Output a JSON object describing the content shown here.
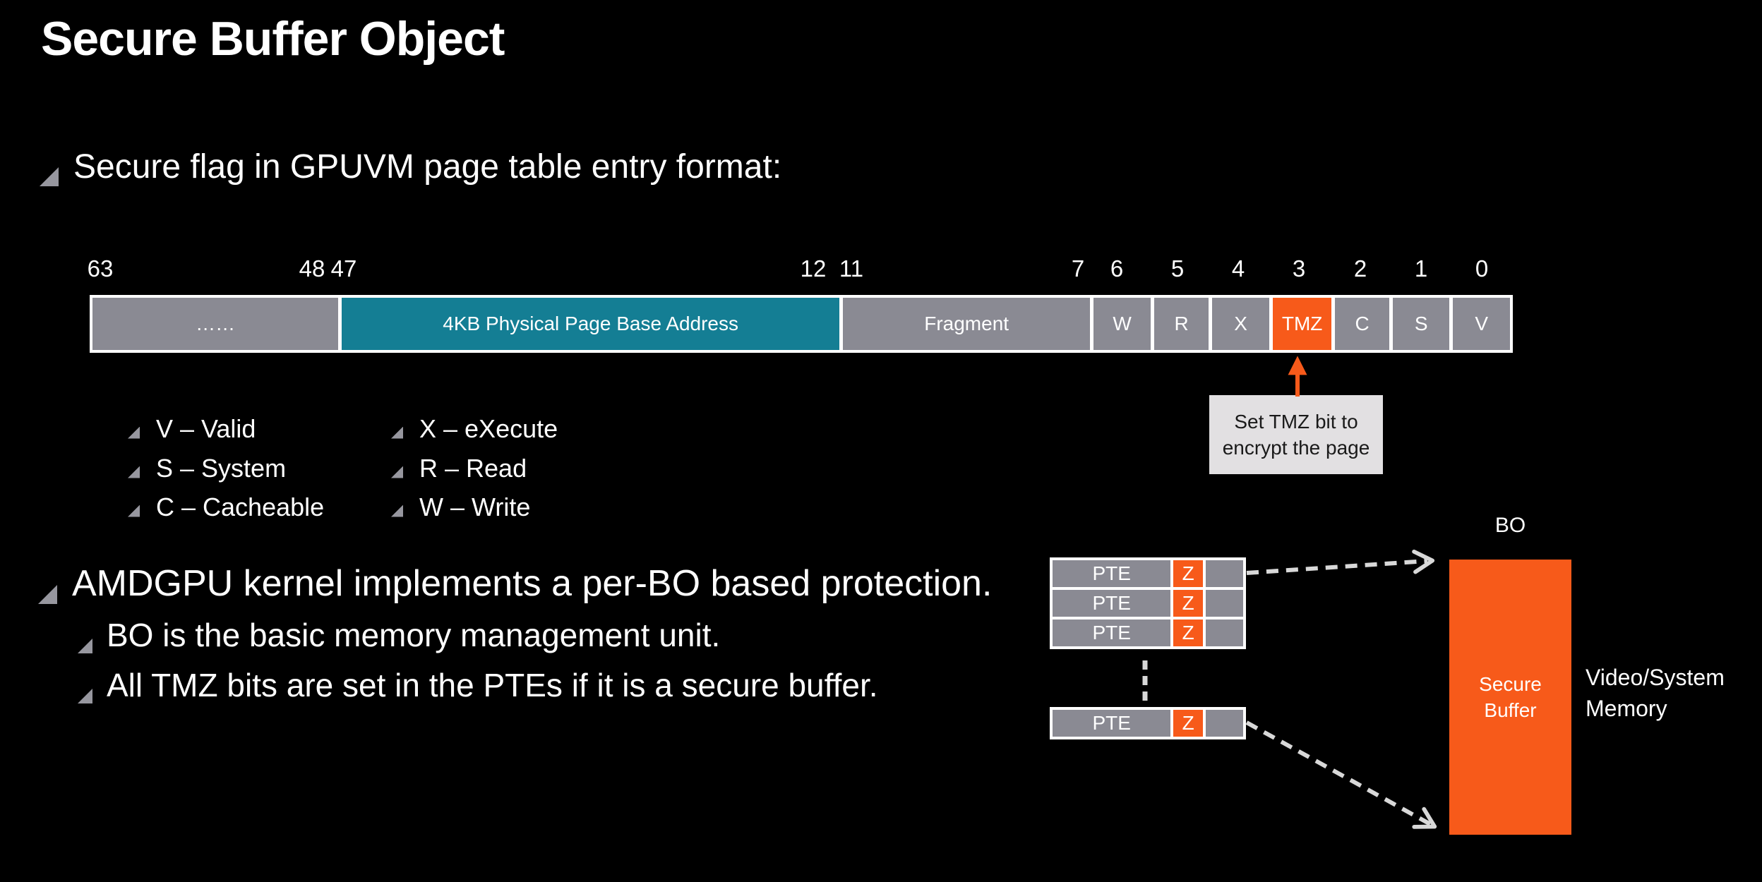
{
  "title": "Secure Buffer Object",
  "colors": {
    "background": "#000000",
    "teal": "#147E94",
    "orange": "#F75A1A",
    "cell_gray": "#8A8A93",
    "callout_bg": "#E2E0E2",
    "bullet_gray": "#97979F",
    "arrow_gray": "#D8D8D8",
    "text": "#FFFFFF"
  },
  "section_pte_format": {
    "heading": "Secure flag in GPUVM page table entry format:",
    "bit_numbers": [
      "63",
      "48",
      "47",
      "12",
      "11",
      "7",
      "6",
      "5",
      "4",
      "3",
      "2",
      "1",
      "0"
    ],
    "fields": [
      {
        "label": "……",
        "style": "gray"
      },
      {
        "label": "4KB Physical Page Base Address",
        "style": "teal"
      },
      {
        "label": "Fragment",
        "style": "gray"
      },
      {
        "label": "W",
        "style": "gray"
      },
      {
        "label": "R",
        "style": "gray"
      },
      {
        "label": "X",
        "style": "gray"
      },
      {
        "label": "TMZ",
        "style": "orange"
      },
      {
        "label": "C",
        "style": "gray"
      },
      {
        "label": "S",
        "style": "gray"
      },
      {
        "label": "V",
        "style": "gray"
      }
    ],
    "legend_col1": [
      "V – Valid",
      "S – System",
      "C – Cacheable"
    ],
    "legend_col2": [
      "X – eXecute",
      "R – Read",
      "W – Write"
    ],
    "callout": {
      "line1": "Set TMZ bit to",
      "line2": "encrypt the page"
    }
  },
  "section_bo": {
    "heading": "AMDGPU kernel implements a per-BO based protection.",
    "bullets": [
      "BO is the basic memory management unit.",
      "All TMZ bits are set in the PTEs if it is a secure buffer."
    ],
    "pte_label": "PTE",
    "z_label": "Z",
    "bo_label": "BO",
    "secure_buffer": {
      "line1": "Secure",
      "line2": "Buffer"
    },
    "memory_label": {
      "line1": "Video/System",
      "line2": "Memory"
    }
  }
}
